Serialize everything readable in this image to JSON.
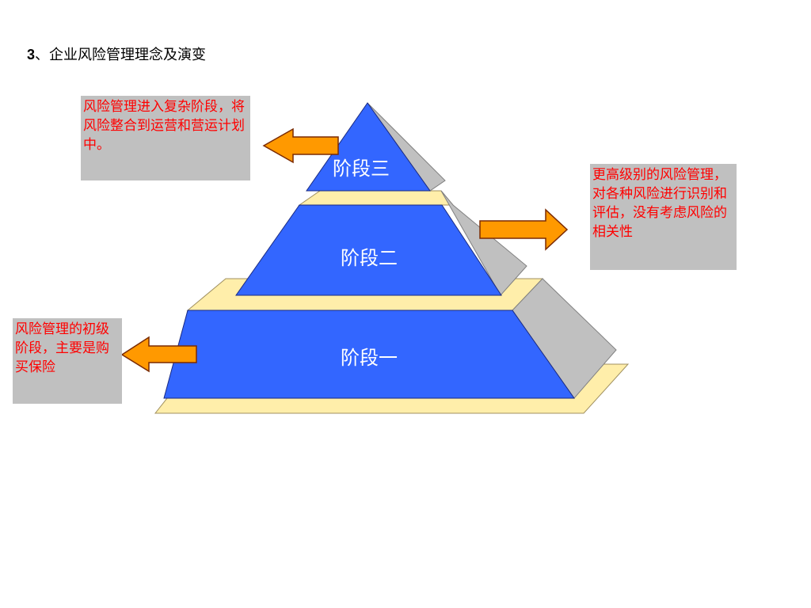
{
  "page": {
    "title_number": "3",
    "title_text": "、企业风险管理理念及演变"
  },
  "stages": {
    "stage3": "阶段三",
    "stage2": "阶段二",
    "stage1": "阶段一"
  },
  "notes": {
    "top_left": "风险管理进入复杂阶段，将风险整合到运营和营运计划中。",
    "right": "更高级别的风险管理，对各种风险进行识别和评估，没有考虑风险的相关性",
    "bottom_left": "风险管理的初级阶段，主要是购买保险"
  },
  "colors": {
    "stage_fill": "#3366ff",
    "side_fill": "#c0c0c0",
    "platform_fill": "#ffeeaa",
    "arrow_fill": "#ff9900",
    "note_bg": "#c0c0c0",
    "note_text": "#ff0000"
  },
  "icons": {
    "left_arrow": "left-arrow-icon",
    "right_arrow": "right-arrow-icon"
  }
}
